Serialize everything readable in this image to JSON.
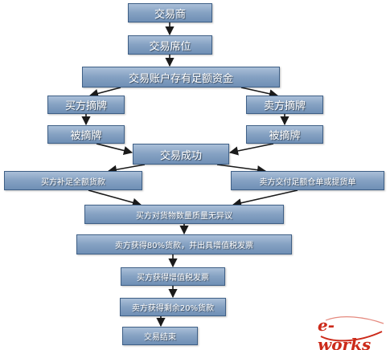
{
  "nodes": {
    "trader": "交易商",
    "seat": "交易席位",
    "account": "交易账户存有足额资金",
    "buy_list": "买方摘牌",
    "sell_list": "卖方摘牌",
    "buy_pick": "被摘牌",
    "sell_pick": "被摘牌",
    "success": "交易成功",
    "buyer_pay": "买方补足全额货款",
    "seller_deliver": "卖方交付足额仓单或提货单",
    "no_dispute": "买方对货物数量质量无异议",
    "buyer_80": "卖方获得80%货款，并出具增值税发票",
    "buyer_invoice": "买方获得增值税发票",
    "buyer_20": "卖方获得剩余20%货款",
    "end": "交易结束"
  },
  "logo": {
    "text": "e-works"
  },
  "colors": {
    "box_top": "#aabfd8",
    "box_bottom": "#6f8fb5",
    "box_border": "#3e5f86",
    "arrow": "#1a1a1a",
    "logo": "#cc2a1a"
  }
}
